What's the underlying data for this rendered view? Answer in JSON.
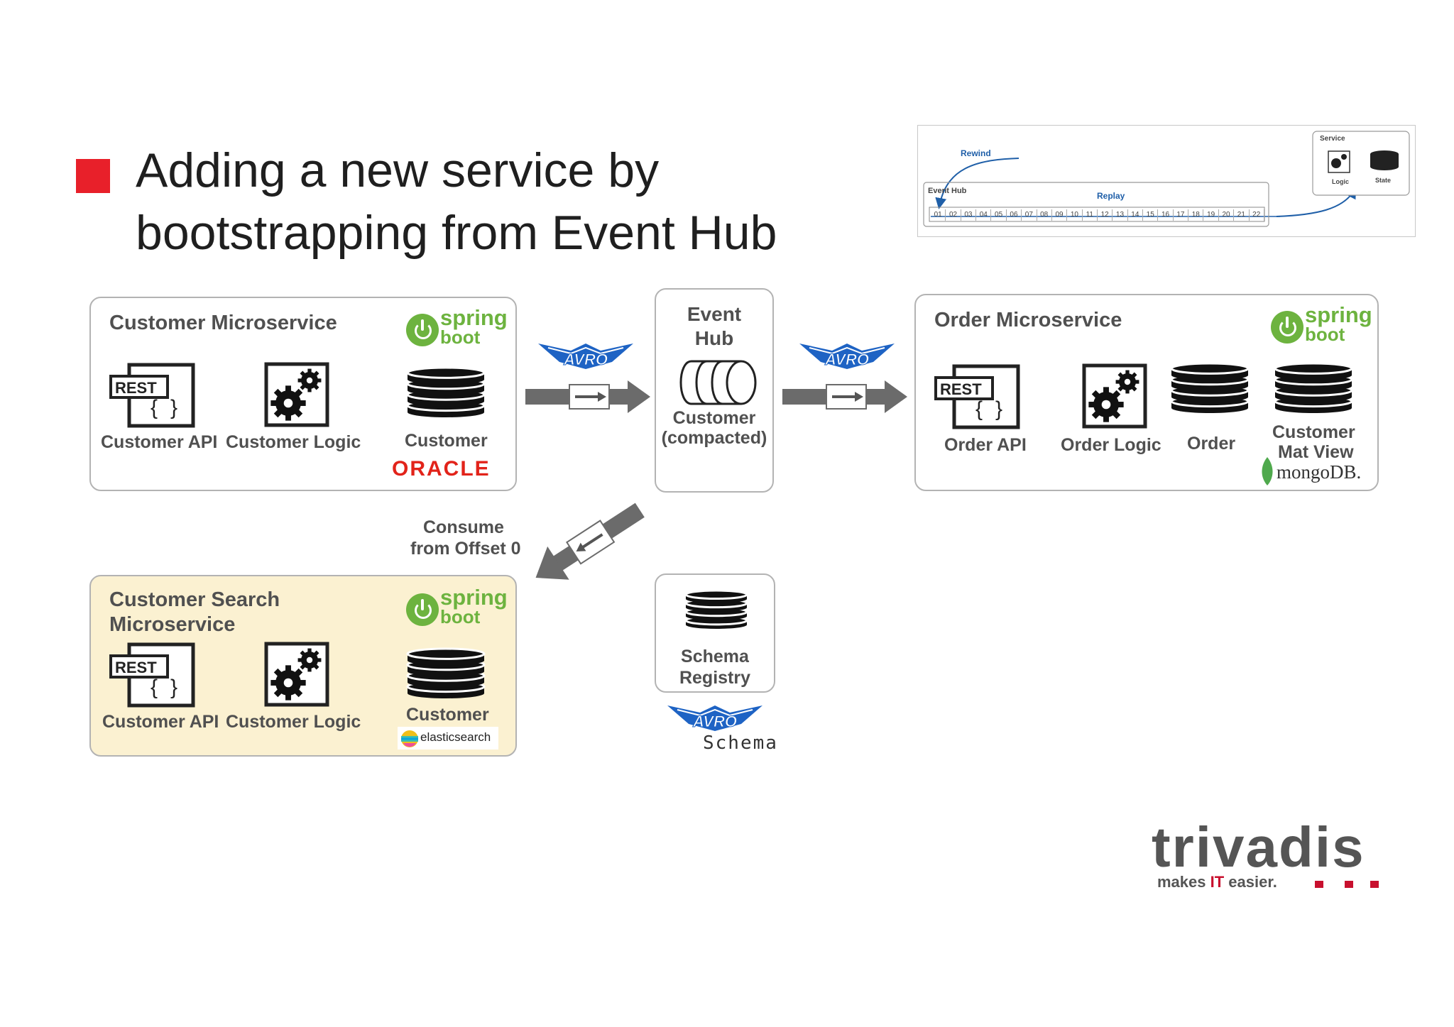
{
  "title": "Adding a new service by\nbootstrapping from Event Hub",
  "colors": {
    "accent": "#e8202a",
    "spring_green": "#6db33f",
    "oracle_red": "#e2231a",
    "trivadis_red": "#c8102e",
    "search_box_bg": "#fbf1d1"
  },
  "inset": {
    "rewind": "Rewind",
    "event_hub": "Event Hub",
    "replay": "Replay",
    "service": "Service",
    "logic": "Logic",
    "state": "State",
    "offsets": [
      "01",
      "02",
      "03",
      "04",
      "05",
      "06",
      "07",
      "08",
      "09",
      "10",
      "11",
      "12",
      "13",
      "14",
      "15",
      "16",
      "17",
      "18",
      "19",
      "20",
      "21",
      "22"
    ]
  },
  "customer_ms": {
    "title": "Customer Microservice",
    "api": "Customer API",
    "logic": "Customer Logic",
    "db": "Customer",
    "db_vendor": "ORACLE"
  },
  "event_hub": {
    "title_1": "Event",
    "title_2": "Hub",
    "topic_1": "Customer",
    "topic_2": "(compacted)"
  },
  "order_ms": {
    "title": "Order Microservice",
    "api": "Order API",
    "logic": "Order Logic",
    "db": "Order",
    "view_1": "Customer",
    "view_2": "Mat View",
    "view_vendor": "mongoDB."
  },
  "search_ms": {
    "title_1": "Customer Search",
    "title_2": "Microservice",
    "api": "Customer API",
    "logic": "Customer Logic",
    "db": "Customer",
    "db_vendor": "elasticsearch"
  },
  "consume": {
    "line1": "Consume",
    "line2": "from Offset 0"
  },
  "schema_registry": {
    "line1": "Schema",
    "line2": "Registry",
    "avro_schema": "Schema"
  },
  "spring": {
    "word1": "spring",
    "word2": "boot"
  },
  "rest_label": "REST",
  "avro_label": "AVRO",
  "trivadis": {
    "brand": "trivadis",
    "tag_pre": "makes ",
    "tag_it": "IT",
    "tag_post": " easier."
  }
}
